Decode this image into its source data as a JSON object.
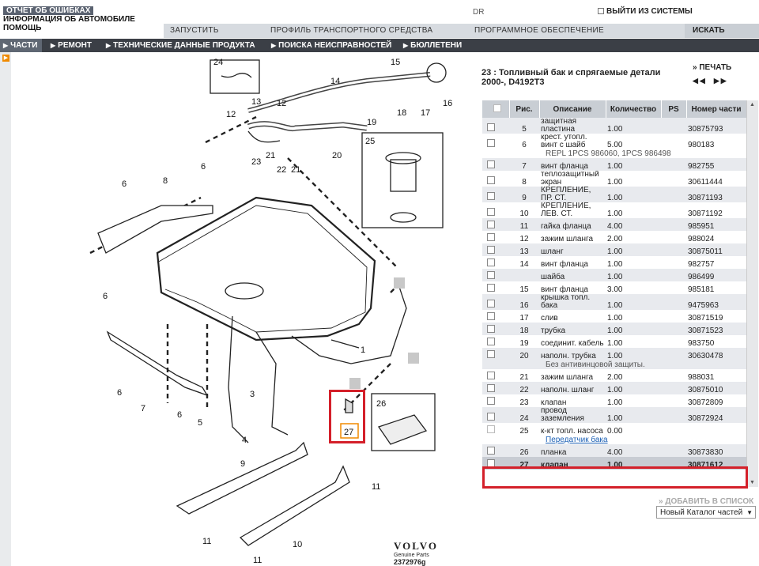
{
  "header": {
    "links": [
      "ОТЧЕТ ОБ ОШИБКАХ",
      "ИНФОРМАЦИЯ ОБ АВТОМОБИЛЕ",
      "ПОМОЩЬ"
    ],
    "or_fragment": "DR",
    "logout": "ВЫЙТИ ИЗ СИСТЕМЫ",
    "tabs": [
      "ЗАПУСТИТЬ",
      "ПРОФИЛЬ ТРАНСПОРТНОГО СРЕДСТВА",
      "ПРОГРАММНОЕ ОБЕСПЕЧЕНИЕ"
    ],
    "search": "ИСКАТЬ"
  },
  "nav": [
    "ЧАСТИ",
    "РЕМОНТ",
    "ТЕХНИЧЕСКИЕ ДАННЫЕ ПРОДУКТА",
    "ПОИСКА НЕИСПРАВНОСТЕЙ",
    "БЮЛЛЕТЕНИ"
  ],
  "title": "23 : Топливный бак и спрягаемые детали 2000-, D4192T3",
  "print": "ПЕЧАТЬ",
  "table": {
    "headers": [
      "Рис.",
      "Описание",
      "Количество",
      "PS",
      "Номер части"
    ],
    "rows": [
      {
        "fig": "5",
        "desc": "защитная пластина",
        "qty": "1.00",
        "part": "30875793"
      },
      {
        "fig": "6",
        "desc": "крест. утопл. винт с шайб",
        "qty": "5.00",
        "part": "980183",
        "note": "REPL 1PCS 986060, 1PCS 986498"
      },
      {
        "fig": "7",
        "desc": "винт фланца",
        "qty": "1.00",
        "part": "982755"
      },
      {
        "fig": "8",
        "desc": "теплозащитный экран",
        "qty": "1.00",
        "part": "30611444"
      },
      {
        "fig": "9",
        "desc": "КРЕПЛЕНИЕ, ПР. СТ.",
        "qty": "1.00",
        "part": "30871193"
      },
      {
        "fig": "10",
        "desc": "КРЕПЛЕНИЕ, ЛЕВ. СТ.",
        "qty": "1.00",
        "part": "30871192"
      },
      {
        "fig": "11",
        "desc": "гайка фланца",
        "qty": "4.00",
        "part": "985951"
      },
      {
        "fig": "12",
        "desc": "зажим шланга",
        "qty": "2.00",
        "part": "988024"
      },
      {
        "fig": "13",
        "desc": "шланг",
        "qty": "1.00",
        "part": "30875011"
      },
      {
        "fig": "14",
        "desc": "винт фланца",
        "qty": "1.00",
        "part": "982757"
      },
      {
        "fig": "",
        "desc": "шайба",
        "qty": "1.00",
        "part": "986499"
      },
      {
        "fig": "15",
        "desc": "винт фланца",
        "qty": "3.00",
        "part": "985181"
      },
      {
        "fig": "16",
        "desc": "крышка топл. бака",
        "qty": "1.00",
        "part": "9475963"
      },
      {
        "fig": "17",
        "desc": "слив",
        "qty": "1.00",
        "part": "30871519"
      },
      {
        "fig": "18",
        "desc": "трубка",
        "qty": "1.00",
        "part": "30871523"
      },
      {
        "fig": "19",
        "desc": "соединит. кабель",
        "qty": "1.00",
        "part": "983750"
      },
      {
        "fig": "20",
        "desc": "наполн. трубка",
        "qty": "1.00",
        "part": "30630478",
        "note": "Без антивинцовой защиты."
      },
      {
        "fig": "21",
        "desc": "зажим шланга",
        "qty": "2.00",
        "part": "988031"
      },
      {
        "fig": "22",
        "desc": "наполн. шланг",
        "qty": "1.00",
        "part": "30875010"
      },
      {
        "fig": "23",
        "desc": "клапан",
        "qty": "1.00",
        "part": "30872809"
      },
      {
        "fig": "24",
        "desc": "провод заземления",
        "qty": "1.00",
        "part": "30872924"
      },
      {
        "fig": "25",
        "desc": "к-кт топл. насоса",
        "qty": "0.00",
        "part": "",
        "link": "Передатчик бака"
      },
      {
        "fig": "26",
        "desc": "планка",
        "qty": "4.00",
        "part": "30873830"
      },
      {
        "fig": "27",
        "desc": "клапан",
        "qty": "1.00",
        "part": "30871612"
      }
    ]
  },
  "add_to_list": "ДОБАВИТЬ В СПИСОК",
  "catalog_select": "Новый Каталог частей",
  "logo": {
    "brand": "VOLVO",
    "genuine": "Genuine Parts",
    "number": "2372976g"
  },
  "diagram": {
    "callouts": [
      "1",
      "3",
      "4",
      "5",
      "6",
      "7",
      "8",
      "9",
      "10",
      "11",
      "12",
      "13",
      "14",
      "15",
      "16",
      "17",
      "18",
      "19",
      "20",
      "21",
      "22",
      "23",
      "24",
      "25",
      "26",
      "27"
    ],
    "highlight_color": "#d4202a",
    "accent_orange": "#f08a00"
  }
}
